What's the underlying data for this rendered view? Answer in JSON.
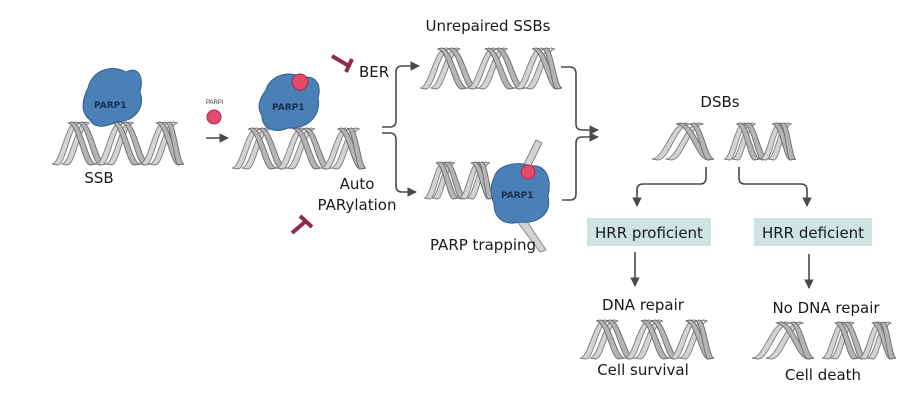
{
  "diagram": {
    "title": "PARP inhibitor mechanism: synthetic lethality",
    "colors": {
      "parp1_protein": "#4a80b6",
      "parp_inhibitor": "#e24a6e",
      "inhibition_bar": "#8f2b4a",
      "dna_strand": "#d3d3d3",
      "hrr_box": "#cfe3e3",
      "arrow": "#4a4a4a"
    },
    "stage1": {
      "protein_label": "PARP1",
      "dna_label": "SSB"
    },
    "inhibitor": {
      "label": "PARPi"
    },
    "stage2": {
      "protein_label": "PARP1"
    },
    "inhibited_processes": [
      {
        "label": "BER"
      },
      {
        "label_line1": "Auto",
        "label_line2": "PARylation"
      }
    ],
    "branch_upper": {
      "label": "Unrepaired SSBs"
    },
    "branch_lower": {
      "protein_label": "PARP1",
      "label": "PARP trapping"
    },
    "dsb": {
      "label": "DSBs"
    },
    "outcomes": [
      {
        "box_label": "HRR proficient",
        "result_label": "DNA repair",
        "fate_label": "Cell survival"
      },
      {
        "box_label": "HRR deficient",
        "result_label": "No DNA repair",
        "fate_label": "Cell death"
      }
    ]
  }
}
